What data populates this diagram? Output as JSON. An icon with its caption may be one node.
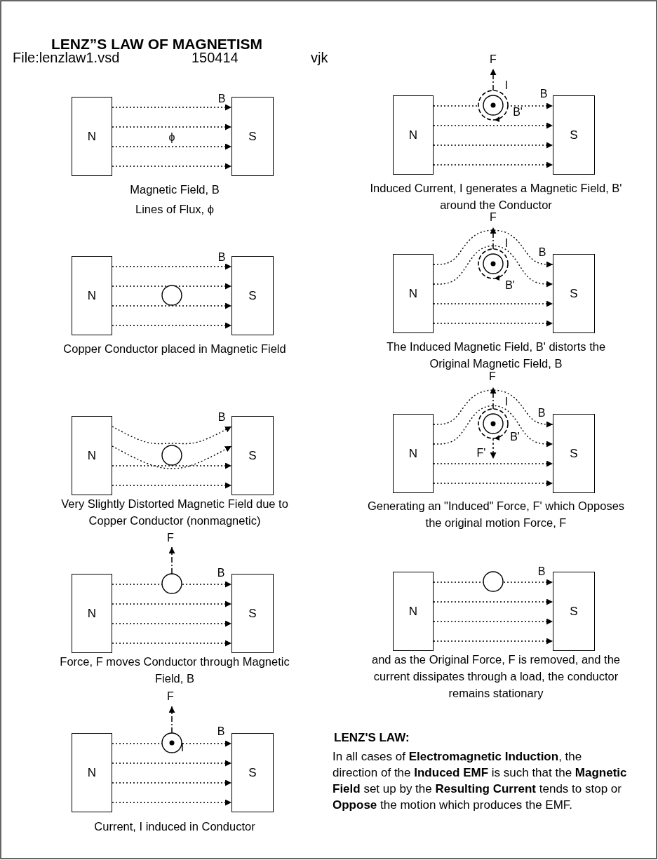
{
  "diagram": {
    "title": "LENZ”S LAW OF MAGNETISM",
    "nodes": [
      {
        "text": [
          "N"
        ]
      },
      {
        "text": [
          "S"
        ]
      },
      {
        "text": [
          "N"
        ]
      },
      {
        "text": [
          "S"
        ]
      },
      {
        "text": [
          "N"
        ]
      },
      {
        "text": [
          "S"
        ]
      },
      {
        "text": [
          "N"
        ]
      },
      {
        "text": [
          "S"
        ]
      },
      {
        "text": [
          "N"
        ]
      },
      {
        "text": [
          "S"
        ]
      },
      {
        "text": [
          "N"
        ]
      },
      {
        "text": [
          "S"
        ]
      },
      {
        "text": [
          "N"
        ]
      },
      {
        "text": [
          "S"
        ]
      },
      {
        "text": [
          "N"
        ]
      },
      {
        "text": [
          "S"
        ]
      },
      {
        "text": [
          "N"
        ]
      },
      {
        "text": [
          "S"
        ]
      }
    ],
    "edges": [
      {
        "from": 0,
        "to": 1,
        "arrow": "to",
        "style": "dashed"
      },
      {
        "from": 0,
        "to": 1,
        "arrow": "to",
        "style": "dashed"
      },
      {
        "from": 0,
        "to": 1,
        "arrow": "to",
        "style": "dashed"
      },
      {
        "from": 0,
        "to": 1,
        "arrow": "to",
        "style": "dashed"
      },
      {
        "from": 2,
        "to": 3,
        "arrow": "to",
        "style": "dashed"
      },
      {
        "from": 2,
        "to": 3,
        "arrow": "to",
        "style": "dashed"
      },
      {
        "from": 2,
        "to": 3,
        "arrow": "to",
        "style": "dashed"
      },
      {
        "from": 2,
        "to": 3,
        "arrow": "to",
        "style": "dashed"
      },
      {
        "from": 4,
        "to": 5,
        "arrow": "to",
        "style": "dashed"
      },
      {
        "from": 4,
        "to": 5,
        "arrow": "to",
        "style": "dashed"
      },
      {
        "from": 4,
        "to": 5,
        "arrow": "to",
        "style": "dashed"
      },
      {
        "from": 4,
        "to": 5,
        "arrow": "to",
        "style": "dashed"
      },
      {
        "from": 6,
        "to": 7,
        "arrow": "to",
        "style": "dashed"
      },
      {
        "from": 6,
        "to": 7,
        "arrow": "to",
        "style": "dashed"
      },
      {
        "from": 6,
        "to": 7,
        "arrow": "to",
        "style": "dashed"
      },
      {
        "from": 6,
        "to": 7,
        "arrow": "to",
        "style": "dashed"
      },
      {
        "from": 8,
        "to": 9,
        "arrow": "to",
        "style": "dashed"
      },
      {
        "from": 8,
        "to": 9,
        "arrow": "to",
        "style": "dashed"
      },
      {
        "from": 8,
        "to": 9,
        "arrow": "to",
        "style": "dashed"
      },
      {
        "from": 8,
        "to": 9,
        "arrow": "to",
        "style": "dashed"
      },
      {
        "from": 10,
        "to": 11,
        "arrow": "to",
        "style": "dashed"
      },
      {
        "from": 10,
        "to": 11,
        "arrow": "to",
        "style": "dashed"
      },
      {
        "from": 10,
        "to": 11,
        "arrow": "to",
        "style": "dashed"
      },
      {
        "from": 10,
        "to": 11,
        "arrow": "to",
        "style": "dashed"
      },
      {
        "from": 12,
        "to": 13,
        "arrow": "to",
        "style": "dashed"
      },
      {
        "from": 12,
        "to": 13,
        "arrow": "to",
        "style": "dashed"
      },
      {
        "from": 12,
        "to": 13,
        "arrow": "to",
        "style": "dashed"
      },
      {
        "from": 12,
        "to": 13,
        "arrow": "to",
        "style": "dashed"
      },
      {
        "from": 14,
        "to": 15,
        "arrow": "to",
        "style": "dashed"
      },
      {
        "from": 14,
        "to": 15,
        "arrow": "to",
        "style": "dashed"
      },
      {
        "from": 14,
        "to": 15,
        "arrow": "to",
        "style": "dashed"
      },
      {
        "from": 14,
        "to": 15,
        "arrow": "to",
        "style": "dashed"
      },
      {
        "from": 16,
        "to": 17,
        "arrow": "to",
        "style": "dashed"
      },
      {
        "from": 16,
        "to": 17,
        "arrow": "to",
        "style": "dashed"
      },
      {
        "from": 16,
        "to": 17,
        "arrow": "to",
        "style": "dashed"
      },
      {
        "from": 16,
        "to": 17,
        "arrow": "to",
        "style": "dashed"
      }
    ],
    "labels": [
      "File:lenzlaw1.vsd",
      "150414",
      "vjk",
      "B",
      "ϕ",
      "Magnetic Field, B",
      "Lines of Flux, ϕ",
      "F",
      "I",
      "B",
      "B'",
      "Induced Current, I generates a Magnetic Field, B' around the Conductor",
      "B",
      "Copper Conductor placed in Magnetic Field",
      "F",
      "I",
      "B",
      "B'",
      "The Induced Magnetic Field, B' distorts the Original Magnetic Field, B",
      "B",
      "Very Slightly Distorted Magnetic Field due to Copper Conductor (nonmagnetic)",
      "F",
      "I",
      "B",
      "B'",
      "F'",
      "Generating an \"Induced\" Force, F' which Opposes the original motion Force, F",
      "F",
      "B",
      "Force, F moves Conductor through Magnetic Field, B",
      "B",
      "and as the Original Force, F is removed, and the current dissipates through a load, the conductor remains stationary",
      "F",
      "I",
      "B",
      "Current, I induced in Conductor",
      "LENZ'S LAW:",
      "In all cases of **Electromagnetic Induction**, the direction of the **Induced EMF** is such that the **Magnetic Field** set up by the **Resulting Current** tends to stop or **Oppose** the motion which produces the EMF."
    ]
  }
}
